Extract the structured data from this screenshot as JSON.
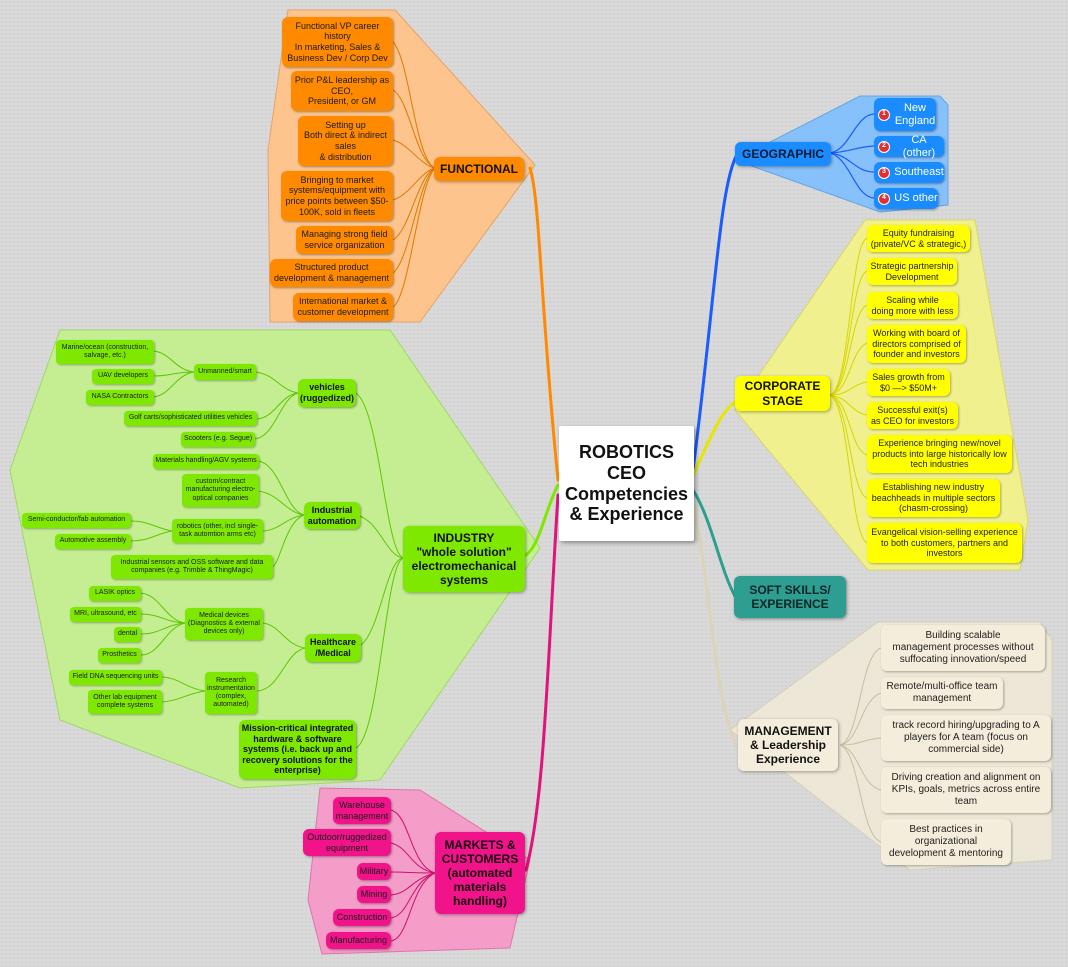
{
  "central": {
    "title": "ROBOTICS\nCEO\nCompetencies\n& Experience"
  },
  "colors": {
    "functional": "#ff8a00",
    "geographic": "#1a8cff",
    "corporate_stage": "#ffff00",
    "soft_skills": "#2e9e93",
    "management": "#f4eddb",
    "industry": "#7fe800",
    "markets": "#f0138a",
    "badge": "#e03030"
  },
  "functional": {
    "label": "FUNCTIONAL",
    "items": [
      "Functional VP career\nhistory\nIn marketing, Sales &\nBusiness Dev / Corp Dev",
      "Prior P&L leadership as\nCEO,\nPresident, or GM",
      "Setting up\nBoth direct & indirect\nsales\n& distribution",
      "Bringing to market\nsystems/equipment with\nprice points between $50-\n100K, sold in fleets",
      "Managing strong field\nservice organization",
      "Structured product\ndevelopment & management",
      "International market &\ncustomer development"
    ]
  },
  "geographic": {
    "label": "GEOGRAPHIC",
    "items": [
      {
        "badge": "1",
        "label": "New\nEngland"
      },
      {
        "badge": "2",
        "label": "CA (other)"
      },
      {
        "badge": "3",
        "label": "Southeast"
      },
      {
        "badge": "4",
        "label": "US other"
      }
    ]
  },
  "corporate_stage": {
    "label": "CORPORATE\nSTAGE",
    "items": [
      "Equity fundraising\n(private/VC & strategic,)",
      "Strategic partnership\nDevelopment",
      "Scaling while\ndoing more with less",
      "Working with board of\ndirectors comprised of\nfounder and investors",
      "Sales growth from\n$0 —> $50M+",
      "Successful exit(s)\nas CEO for investors",
      "Experience bringing new/novel\nproducts into large historically low\ntech industries",
      "Establishing new industry\nbeachheads in multiple sectors\n(chasm-crossing)",
      "Evangelical vision-selling experience\nto both customers, partners and\ninvestors"
    ]
  },
  "soft_skills": {
    "label": "SOFT SKILLS/\nEXPERIENCE"
  },
  "management": {
    "label": "MANAGEMENT\n& Leadership\nExperience",
    "items": [
      "Building scalable\nmanagement processes without\nsuffocating innovation/speed",
      "Remote/multi-office team\nmanagement",
      "track record hiring/upgrading to A\nplayers for A team (focus on\ncommercial side)",
      "Driving creation and alignment on\nKPIs, goals, metrics across entire\nteam",
      "Best practices in\norganizational\ndevelopment & mentoring"
    ]
  },
  "industry": {
    "label": "INDUSTRY\n\"whole solution\"\nelectromechanical\nsystems",
    "vehicles": {
      "label": "vehicles\n(ruggedized)",
      "unmanned": {
        "label": "Unmanned/smart",
        "items": [
          "Marine/ocean (construction,\nsalvage, etc.)",
          "UAV developers",
          "NASA Contractors"
        ]
      },
      "golf": "Golf carts/sophisticated utilities vehicles",
      "scooters": "Scooters (e.g. Segue)"
    },
    "industrial": {
      "label": "Industrial\nautomation",
      "materials": "Materials handling/AGV systems",
      "custom": "custom/contract\nmanufacturing electro-\noptical companies",
      "robotics": {
        "label": "robotics (other, incl single-\ntask automtion arms etc)",
        "items": [
          "Semi-conductor/fab automation",
          "Automotive assembly"
        ]
      },
      "sensors": "Industrial sensors and OSS software and data\ncompanies (e.g. Trimble & ThingMagic)"
    },
    "healthcare": {
      "label": "Healthcare\n/Medical",
      "medical": {
        "label": "Medical devices\n(Diagnostics & external\ndevices only)",
        "items": [
          "LASIK optics",
          "MRI, ultrasound, etc",
          "dental",
          "Prosthetics"
        ]
      },
      "research": {
        "label": "Research\ninstrumentation\n(complex,\nautomated)",
        "items": [
          "Field DNA sequencing units",
          "Other lab equipment\ncomplete systems"
        ]
      }
    },
    "mission": "Mission-critical integrated\nhardware & software\nsystems (i.e. back up and\nrecovery solutions for the\nenterprise)"
  },
  "markets": {
    "label": "MARKETS &\nCUSTOMERS\n(automated\nmaterials\nhandling)",
    "items": [
      "Warehouse\nmanagement",
      "Outdoor/ruggedized\nequipment",
      "Military",
      "Mining",
      "Construction",
      "Manufacturing"
    ]
  }
}
